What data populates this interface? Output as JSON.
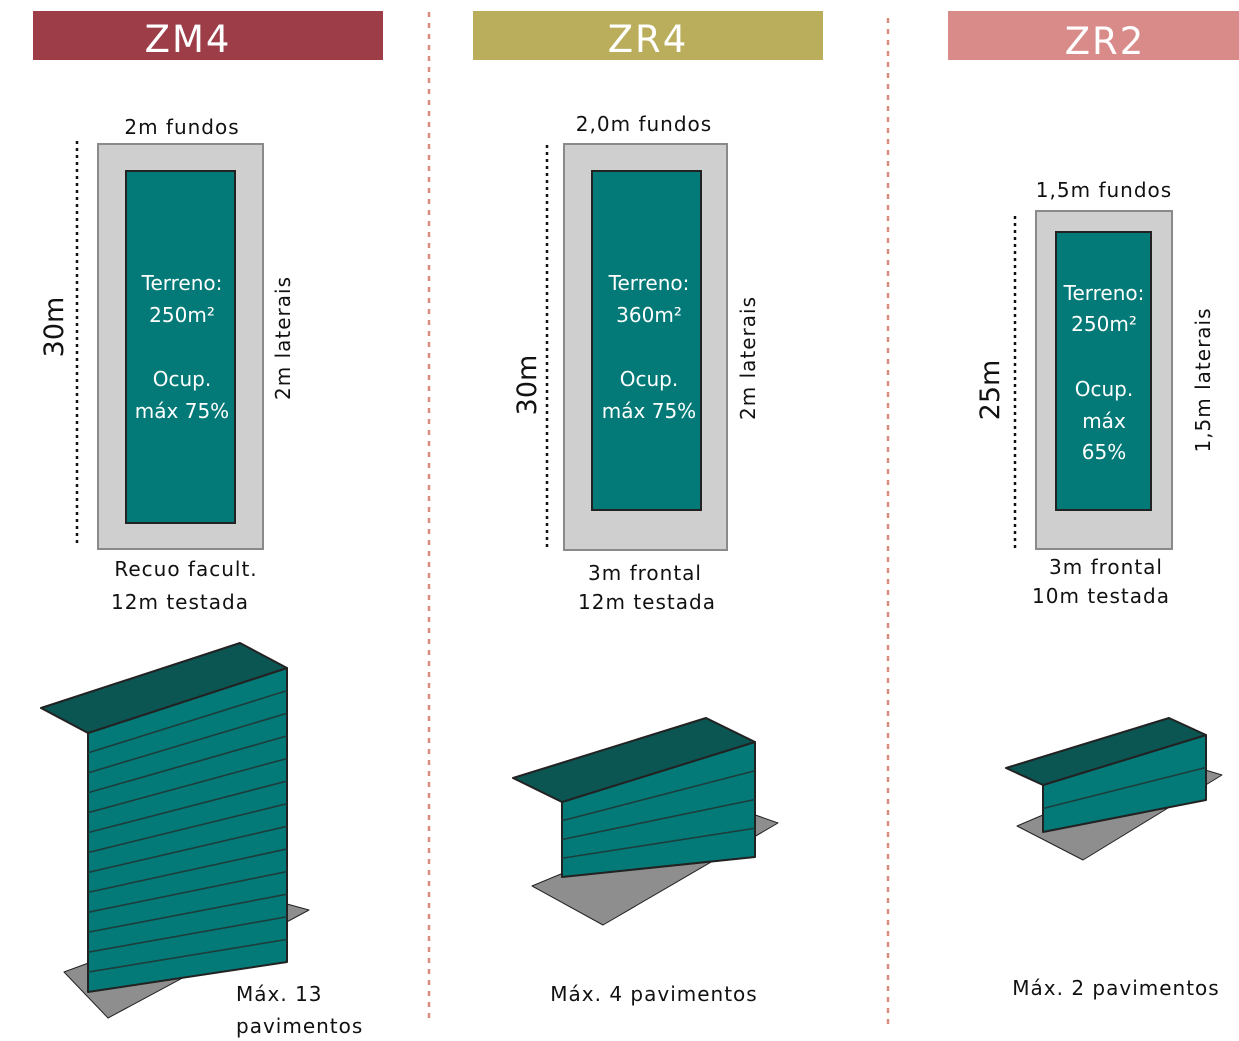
{
  "colors": {
    "zm4": "#9c3d48",
    "zr4": "#baae5c",
    "zr2": "#d98b8a",
    "teal": "#037a77",
    "teal_dark": "#0b5553",
    "teal_shade": "#0e6c69",
    "setback_gray": "#cfcfcf",
    "ground_gray": "#8e8e8e",
    "divider": "#d98b7f"
  },
  "zones": [
    {
      "name": "ZM4",
      "back": "2m fundos",
      "depth": "30m",
      "side": "2m laterais",
      "plot_lines": [
        "Terreno:",
        "250m²",
        "",
        "Ocup.",
        "máx 75%"
      ],
      "front": "Recuo facult.",
      "frontage": "12m testada",
      "floors_lines": [
        "Máx. 13",
        "pavimentos"
      ],
      "floors": 13
    },
    {
      "name": "ZR4",
      "back": "2,0m fundos",
      "depth": "30m",
      "side": "2m laterais",
      "plot_lines": [
        "Terreno:",
        "360m²",
        "",
        "Ocup.",
        "máx 75%"
      ],
      "front": "3m frontal",
      "frontage": "12m testada",
      "floors_lines": [
        "Máx. 4 pavimentos"
      ],
      "floors": 4
    },
    {
      "name": "ZR2",
      "back": "1,5m fundos",
      "depth": "25m",
      "side": "1,5m laterais",
      "plot_lines": [
        "Terreno:",
        "250m²",
        "",
        "Ocup.",
        "máx",
        "65%"
      ],
      "front": "3m frontal",
      "frontage": "10m testada",
      "floors_lines": [
        "Máx. 2 pavimentos"
      ],
      "floors": 2
    }
  ]
}
